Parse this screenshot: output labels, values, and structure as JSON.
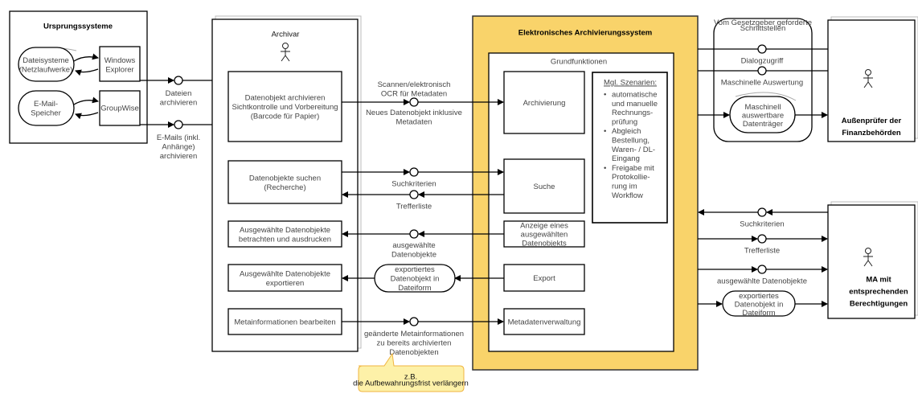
{
  "colors": {
    "system_fill": "#F9D36A",
    "callout_fill": "#FDF1A8",
    "callout_border": "#F0B440",
    "line": "#000000"
  },
  "icons": [
    "actor-icon",
    "interface-circle-icon",
    "arrow-icon"
  ],
  "ursprung": {
    "title": "Ursprungssysteme",
    "dateisysteme": [
      "Dateisysteme",
      "(Netzlaufwerke)"
    ],
    "explorer": [
      "Windows",
      "Explorer"
    ],
    "email_speicher": [
      "E-Mail-",
      "Speicher"
    ],
    "groupwise": [
      "GroupWise"
    ]
  },
  "flows_left": {
    "dateien": [
      "Dateien",
      "archivieren"
    ],
    "emails": [
      "E-Mails (inkl.",
      "Anhänge)",
      "archivieren"
    ]
  },
  "archivar": {
    "title": "Archivar",
    "boxes": [
      [
        "Datenobjekt archivieren",
        "Sichtkontrolle und Vorbereitung",
        "(Barcode für Papier)"
      ],
      [
        "Datenobjekte suchen",
        "(Recherche)"
      ],
      [
        "Ausgewählte Datenobjekte",
        "betrachten und ausdrucken"
      ],
      [
        "Ausgewählte Datenobjekte",
        "exportieren"
      ],
      [
        "Metainformationen bearbeiten"
      ]
    ]
  },
  "flows_mid": {
    "scannen": [
      "Scannen/elektronisch",
      "OCR für Metadaten"
    ],
    "neues": [
      "Neues Datenobjekt inklusive",
      "Metadaten"
    ],
    "suchkriterien": [
      "Suchkriterien"
    ],
    "trefferliste": [
      "Trefferliste"
    ],
    "ausgewaehlte": [
      "ausgewählte",
      "Datenobjekte"
    ],
    "exportiertes": [
      "exportiertes",
      "Datenobjekt in",
      "Dateiform"
    ],
    "geaenderte": [
      "geänderte Metainformationen",
      "zu bereits archivierten",
      "Datenobjekten"
    ]
  },
  "callout": [
    "z.B.",
    "die Aufbewahrungsfrist verlängern"
  ],
  "system": {
    "title": "Elektronisches Archivierungssystem",
    "grundfunktionen": "Grundfunktionen",
    "functions": [
      [
        "Archivierung"
      ],
      [
        "Suche"
      ],
      [
        "Anzeige eines",
        "ausgewählten",
        "Datenobjekts"
      ],
      [
        "Export"
      ],
      [
        "Metadatenverwaltung"
      ]
    ],
    "szenarien_title": "Mgl. Szenarien:",
    "szenarien": [
      [
        "automatische",
        "und manuelle",
        "Rechnungs-",
        "prüfung"
      ],
      [
        "Abgleich",
        "Bestellung,",
        "Waren- / DL-",
        "Eingang"
      ],
      [
        "Freigabe mit",
        "Protokollie-",
        "rung im",
        "Workflow"
      ]
    ]
  },
  "schnittstellen": {
    "title": [
      "Vom Gesetzgeber geforderte",
      "Schnittstellen"
    ],
    "dialog": [
      "Dialogzugriff"
    ],
    "maschinell": [
      "Maschinelle Auswertung"
    ],
    "datentraeger": [
      "Maschinell",
      "auswertbare",
      "Datenträger"
    ]
  },
  "aussenpruefer": [
    "Außenprüfer der",
    "Finanzbehörden"
  ],
  "flows_right": {
    "suchkriterien": [
      "Suchkriterien"
    ],
    "trefferliste": [
      "Trefferliste"
    ],
    "ausgewaehlte": [
      "ausgewählte Datenobjekte"
    ],
    "exportiertes": [
      "exportiertes",
      "Datenobjekt in",
      "Dateiform"
    ]
  },
  "ma": [
    "MA mit",
    "entsprechenden",
    "Berechtigungen"
  ]
}
